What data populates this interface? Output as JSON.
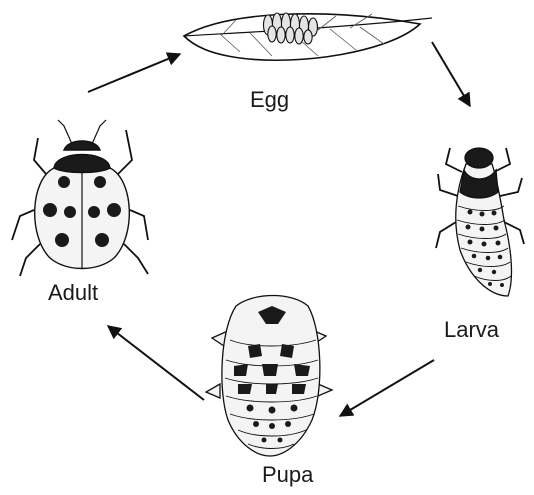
{
  "diagram": {
    "stages": [
      {
        "id": "egg",
        "label": "Egg"
      },
      {
        "id": "larva",
        "label": "Larva"
      },
      {
        "id": "pupa",
        "label": "Pupa"
      },
      {
        "id": "adult",
        "label": "Adult"
      }
    ],
    "colors": {
      "ink": "#111111",
      "spot": "#1a1a1a",
      "shell": "#f4f4f4",
      "egg": "#e4e4e4"
    }
  }
}
